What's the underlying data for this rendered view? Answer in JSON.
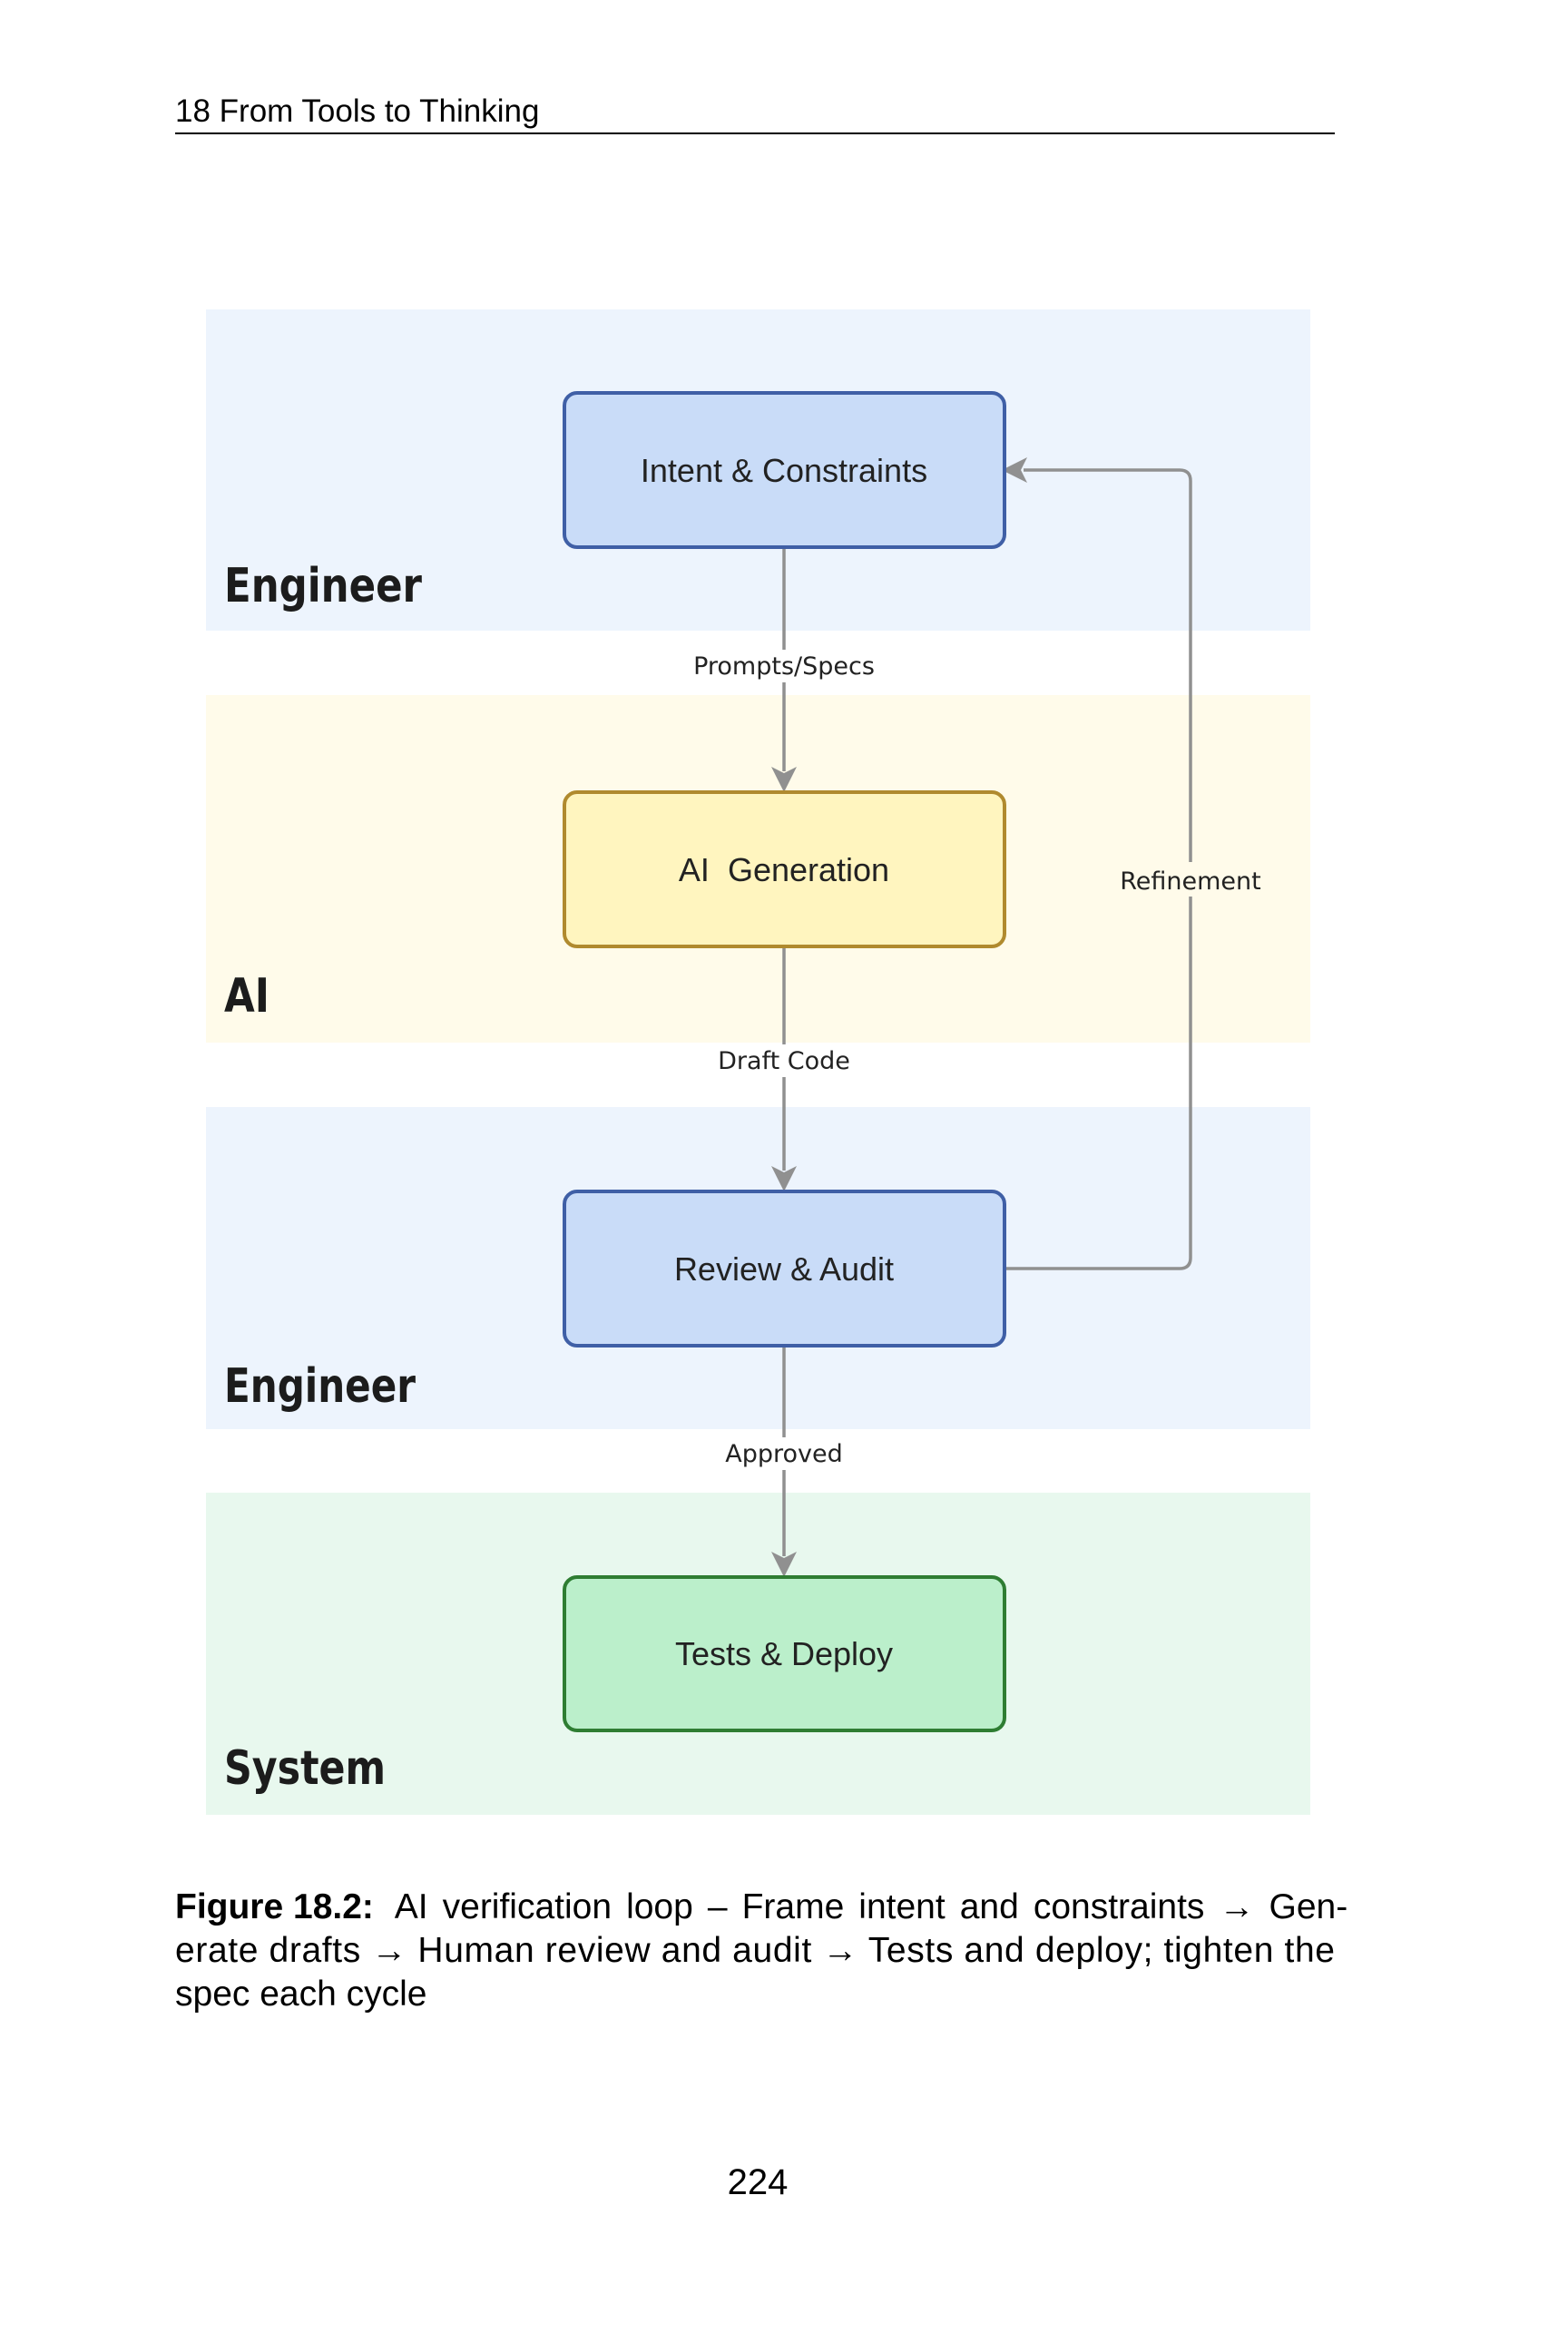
{
  "header": {
    "running_title": "18 From Tools to Thinking"
  },
  "figure": {
    "lanes": [
      {
        "label": "Engineer",
        "bg": "#edf4fd"
      },
      {
        "label": "AI",
        "bg": "#fffbea"
      },
      {
        "label": "Engineer",
        "bg": "#edf4fd"
      },
      {
        "label": "System",
        "bg": "#e8f8ee"
      }
    ],
    "nodes": [
      {
        "label": "Intent & Constraints",
        "fill": "#c9dcf8",
        "stroke": "#3f5fa6"
      },
      {
        "label": "AI  Generation",
        "fill": "#fff5bf",
        "stroke": "#b08a2e"
      },
      {
        "label": "Review & Audit",
        "fill": "#c9dcf8",
        "stroke": "#3f5fa6"
      },
      {
        "label": "Tests & Deploy",
        "fill": "#bbefcb",
        "stroke": "#2e7d32"
      }
    ],
    "edges": [
      {
        "from": "Intent & Constraints",
        "to": "AI  Generation",
        "label": "Prompts/Specs"
      },
      {
        "from": "AI  Generation",
        "to": "Review & Audit",
        "label": "Draft Code"
      },
      {
        "from": "Review & Audit",
        "to": "Tests & Deploy",
        "label": "Approved"
      },
      {
        "from": "Review & Audit",
        "to": "Intent & Constraints",
        "label": "Refinement"
      }
    ],
    "edge_color": "#909090"
  },
  "caption": {
    "label": "Figure 18.2:",
    "lines": [
      "AI verification loop – Frame intent and constraints → Gen-",
      "erate drafts → Human review and audit → Tests and deploy; tighten the",
      "spec each cycle"
    ]
  },
  "page_number": "224"
}
